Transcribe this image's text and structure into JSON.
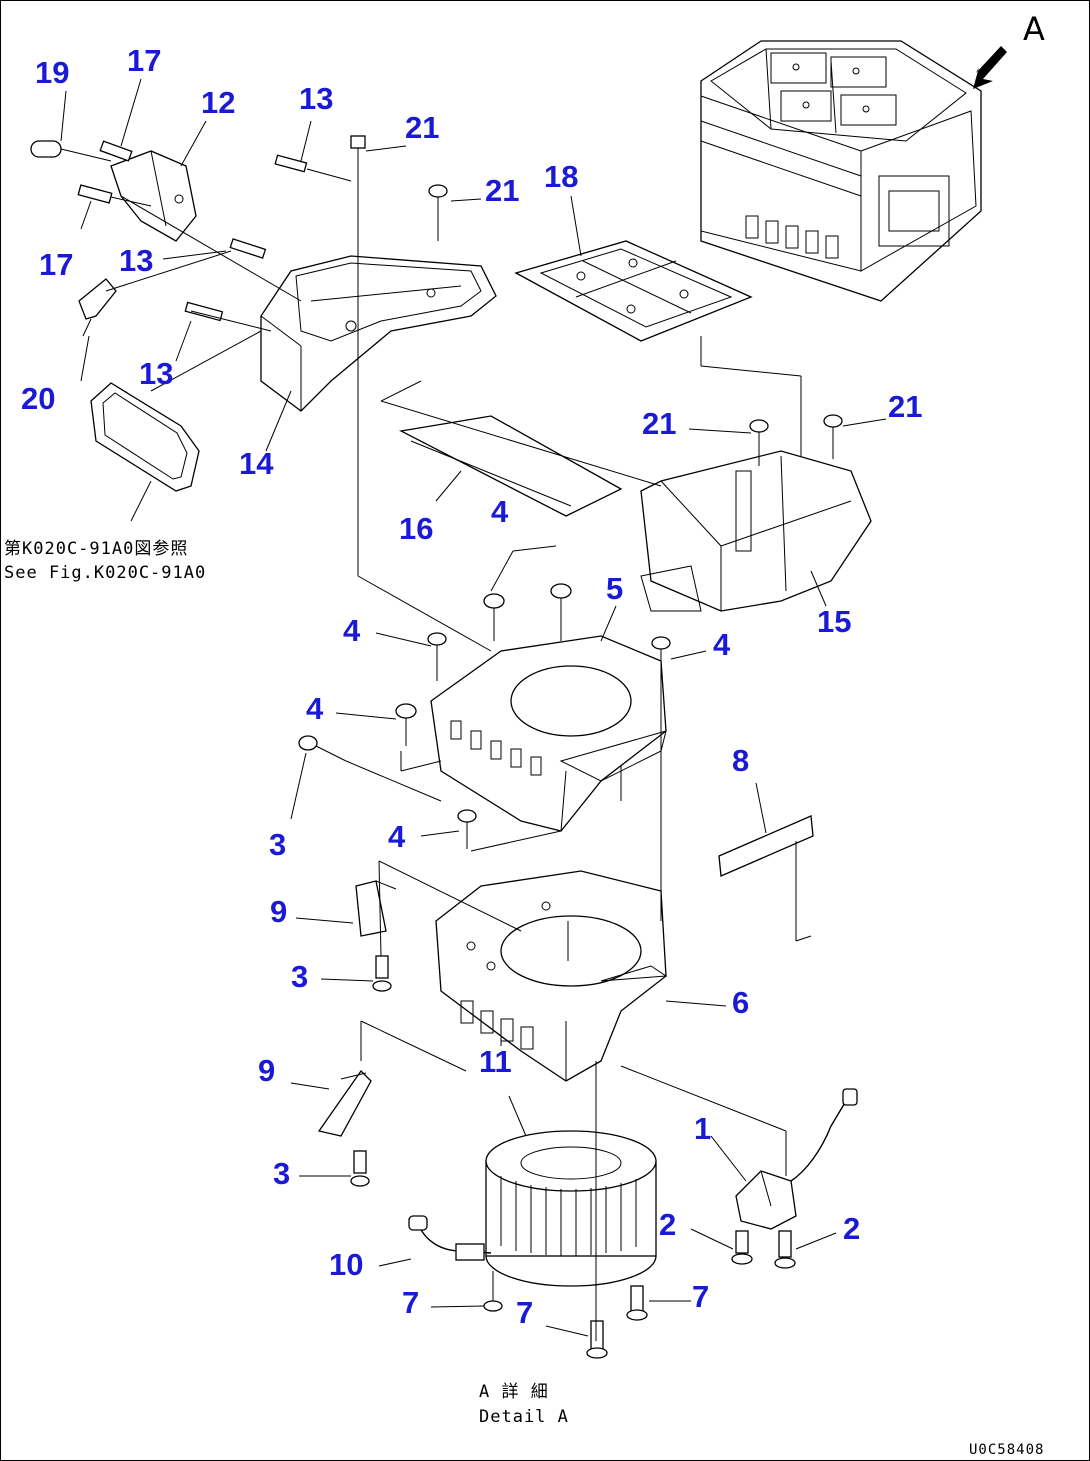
{
  "view_label": "A",
  "reference_note": {
    "jp": "第K020C-91A0図参照",
    "en": "See Fig.K020C-91A0"
  },
  "detail_caption": {
    "jp": "A 詳 細",
    "en": "Detail A"
  },
  "drawing_code": "U0C58408",
  "callout_color": "#1a1ad6",
  "callouts": {
    "c19": "19",
    "c17a": "17",
    "c12": "12",
    "c13a": "13",
    "c21a": "21",
    "c21b": "21",
    "c18": "18",
    "c17b": "17",
    "c13b": "13",
    "c20": "20",
    "c13c": "13",
    "c14": "14",
    "c21c": "21",
    "c21d": "21",
    "c16": "16",
    "c4a": "4",
    "c5": "5",
    "c15": "15",
    "c4b": "4",
    "c4c": "4",
    "c4d": "4",
    "c8": "8",
    "c3a": "3",
    "c4e": "4",
    "c9a": "9",
    "c3b": "3",
    "c6": "6",
    "c11": "11",
    "c9b": "9",
    "c1": "1",
    "c3c": "3",
    "c2a": "2",
    "c2b": "2",
    "c10": "10",
    "c7a": "7",
    "c7b": "7",
    "c7c": "7"
  }
}
